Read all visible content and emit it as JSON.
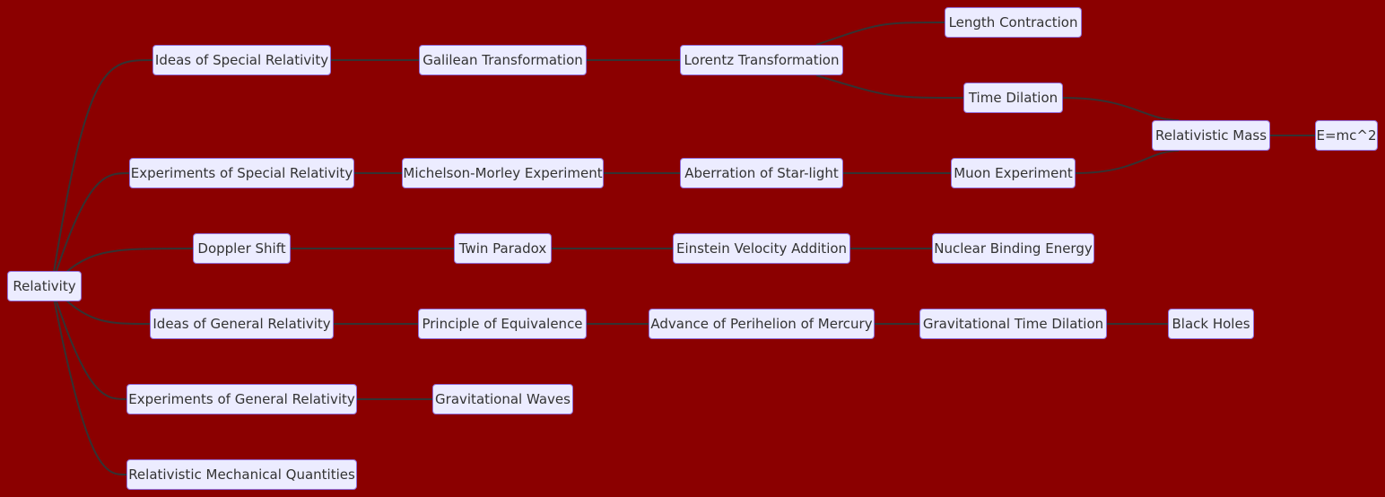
{
  "diagram": {
    "background": "#8b0000",
    "node_fill": "#ececff",
    "node_border": "#9370db",
    "edge_color": "#333333",
    "nodes": {
      "relativity": "Relativity",
      "ideas_special": "Ideas of Special Relativity",
      "galilean": "Galilean Transformation",
      "lorentz": "Lorentz Transformation",
      "length_contraction": "Length Contraction",
      "time_dilation": "Time Dilation",
      "relativistic_mass": "Relativistic Mass",
      "emc2": "E=mc^2",
      "experiments_special": "Experiments of Special Relativity",
      "michelson_morley": "Michelson-Morley Experiment",
      "aberration": "Aberration of Star-light",
      "muon": "Muon Experiment",
      "doppler": "Doppler Shift",
      "twin_paradox": "Twin Paradox",
      "einstein_velocity": "Einstein Velocity Addition",
      "nuclear_binding": "Nuclear Binding Energy",
      "ideas_general": "Ideas of General Relativity",
      "equivalence": "Principle of Equivalence",
      "perihelion": "Advance of Perihelion of Mercury",
      "grav_time_dilation": "Gravitational Time Dilation",
      "black_holes": "Black Holes",
      "experiments_general": "Experiments of General Relativity",
      "grav_waves": "Gravitational Waves",
      "mechanical_quantities": "Relativistic Mechanical Quantities"
    },
    "edges": [
      [
        "relativity",
        "ideas_special"
      ],
      [
        "relativity",
        "experiments_special"
      ],
      [
        "relativity",
        "doppler"
      ],
      [
        "relativity",
        "ideas_general"
      ],
      [
        "relativity",
        "experiments_general"
      ],
      [
        "relativity",
        "mechanical_quantities"
      ],
      [
        "ideas_special",
        "galilean"
      ],
      [
        "galilean",
        "lorentz"
      ],
      [
        "lorentz",
        "length_contraction"
      ],
      [
        "lorentz",
        "time_dilation"
      ],
      [
        "time_dilation",
        "relativistic_mass"
      ],
      [
        "muon",
        "relativistic_mass"
      ],
      [
        "relativistic_mass",
        "emc2"
      ],
      [
        "experiments_special",
        "michelson_morley"
      ],
      [
        "michelson_morley",
        "aberration"
      ],
      [
        "aberration",
        "muon"
      ],
      [
        "doppler",
        "twin_paradox"
      ],
      [
        "twin_paradox",
        "einstein_velocity"
      ],
      [
        "einstein_velocity",
        "nuclear_binding"
      ],
      [
        "ideas_general",
        "equivalence"
      ],
      [
        "equivalence",
        "perihelion"
      ],
      [
        "perihelion",
        "grav_time_dilation"
      ],
      [
        "grav_time_dilation",
        "black_holes"
      ],
      [
        "experiments_general",
        "grav_waves"
      ]
    ]
  }
}
